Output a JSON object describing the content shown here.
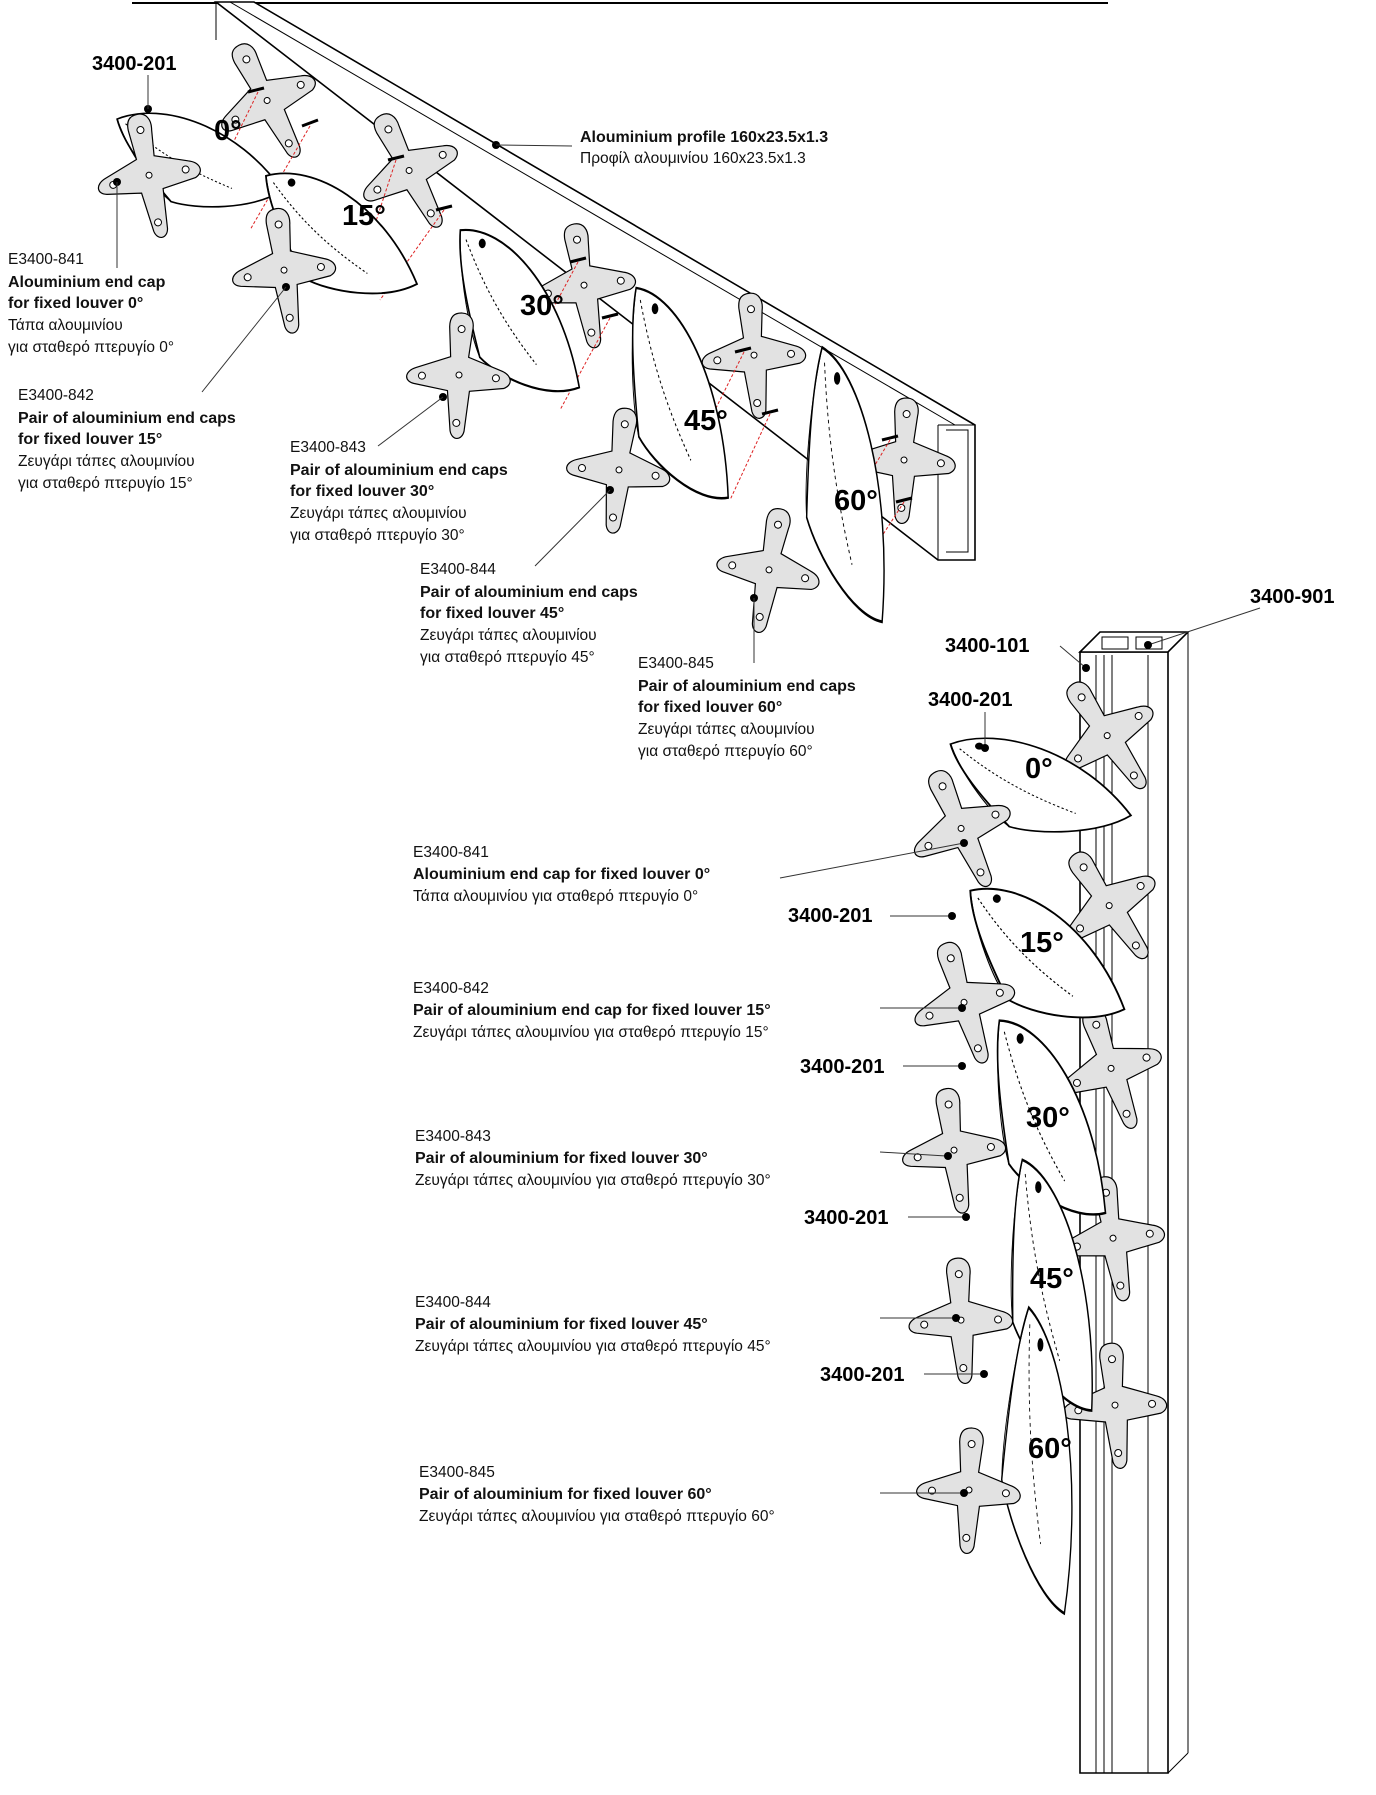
{
  "top_assembly": {
    "part_louver": "3400-201",
    "profile": {
      "en": "Alouminium profile 160x23.5x1.3",
      "gr": "Προφίλ αλουμινίου 160x23.5x1.3"
    },
    "angles": [
      "0°",
      "15°",
      "30°",
      "45°",
      "60°"
    ],
    "caps": [
      {
        "code": "E3400-841",
        "en": [
          "Alouminium end cap",
          "for fixed louver 0°"
        ],
        "gr": [
          "Τάπα αλουμινίου",
          "για σταθερό πτερυγίο 0°"
        ]
      },
      {
        "code": "E3400-842",
        "en": [
          "Pair of alouminium end caps",
          "for fixed louver 15°"
        ],
        "gr": [
          "Ζευγάρι τάπες αλουμινίου",
          "για σταθερό πτερυγίο 15°"
        ]
      },
      {
        "code": "E3400-843",
        "en": [
          "Pair of alouminium end caps",
          "for fixed louver 30°"
        ],
        "gr": [
          "Ζευγάρι τάπες αλουμινίου",
          "για σταθερό πτερυγίο 30°"
        ]
      },
      {
        "code": "E3400-844",
        "en": [
          "Pair of alouminium end caps",
          "for fixed louver 45°"
        ],
        "gr": [
          "Ζευγάρι τάπες αλουμινίου",
          "για σταθερό πτερυγίο 45°"
        ]
      },
      {
        "code": "E3400-845",
        "en": [
          "Pair of alouminium end caps",
          "for fixed louver 60°"
        ],
        "gr": [
          "Ζευγάρι τάπες αλουμινίου",
          "για σταθερό πτερυγίο 60°"
        ]
      }
    ]
  },
  "bottom_assembly": {
    "part_post_a": "3400-901",
    "part_post_b": "3400-101",
    "part_louver": "3400-201",
    "angles": [
      "0°",
      "15°",
      "30°",
      "45°",
      "60°"
    ],
    "caps": [
      {
        "code": "E3400-841",
        "en": "Alouminium end cap for fixed louver 0°",
        "gr": "Τάπα αλουμινίου για σταθερό πτερυγίο 0°"
      },
      {
        "code": "E3400-842",
        "en": "Pair of alouminium end cap for fixed louver 15°",
        "gr": "Ζευγάρι τάπες αλουμινίου για σταθερό πτερυγίο 15°"
      },
      {
        "code": "E3400-843",
        "en": "Pair of alouminium for fixed louver 30°",
        "gr": "Ζευγάρι τάπες αλουμινίου για σταθερό πτερυγίο 30°"
      },
      {
        "code": "E3400-844",
        "en": "Pair of alouminium for fixed louver 45°",
        "gr": "Ζευγάρι τάπες αλουμινίου για σταθερό πτερυγίο 45°"
      },
      {
        "code": "E3400-845",
        "en": "Pair of alouminium for fixed louver 60°",
        "gr": "Ζευγάρι τάπες αλουμινίου για σταθερό πτερυγίο 60°"
      }
    ]
  }
}
